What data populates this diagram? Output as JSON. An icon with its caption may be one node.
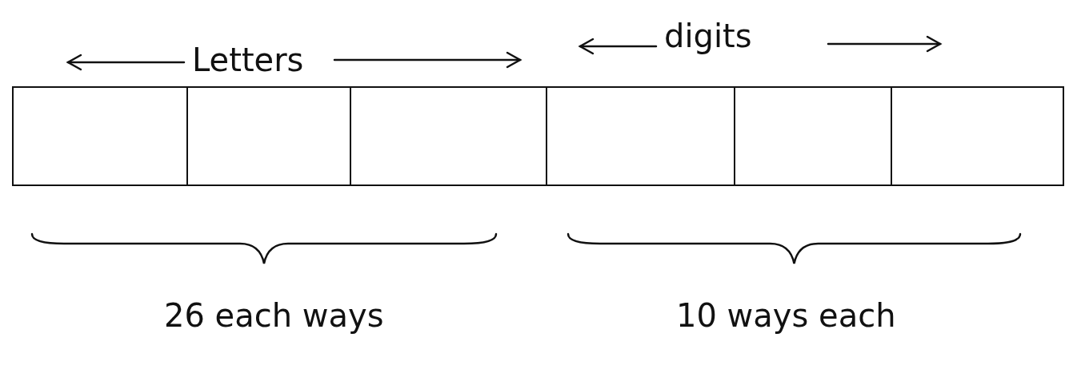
{
  "diagram": {
    "nodes": [
      {
        "text": [],
        "shape": "box"
      },
      {
        "text": [],
        "shape": "box"
      },
      {
        "text": [],
        "shape": "box"
      },
      {
        "text": [],
        "shape": "box"
      },
      {
        "text": [],
        "shape": "box"
      },
      {
        "text": [],
        "shape": "box"
      }
    ],
    "labels": [
      "Letters",
      "digits",
      "26 each ways",
      "10 ways each"
    ]
  }
}
